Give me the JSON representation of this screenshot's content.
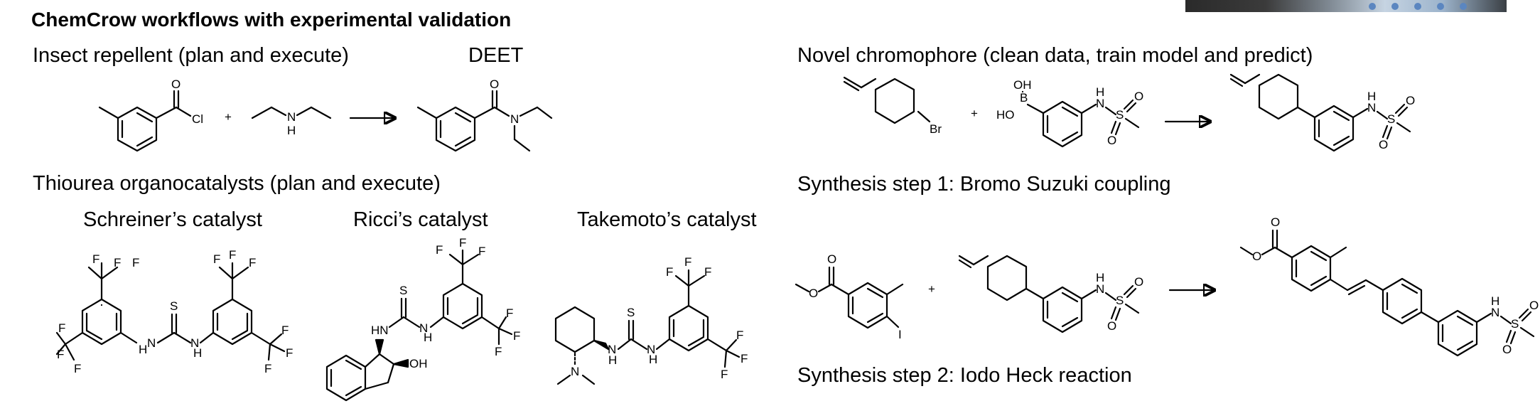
{
  "header": {
    "title": "ChemCrow workflows with experimental validation"
  },
  "insect_repellent": {
    "heading": "Insect repellent (plan and execute)",
    "product_name": "DEET",
    "plus": "+"
  },
  "thiourea": {
    "heading": "Thiourea organocatalysts (plan and execute)",
    "catalysts": [
      "Schreiner’s catalyst",
      "Ricci’s catalyst",
      "Takemoto’s catalyst"
    ]
  },
  "chromophore": {
    "heading": "Novel chromophore (clean data, train model and predict)",
    "step1_caption": "Synthesis step 1: Bromo Suzuki coupling",
    "step2_caption": "Synthesis step 2: Iodo Heck reaction",
    "plus": "+"
  },
  "atom_labels": {
    "O": "O",
    "Cl": "Cl",
    "N": "N",
    "H": "H",
    "NH": "NH",
    "HN": "HN",
    "S": "S",
    "F": "F",
    "Br": "Br",
    "I": "I",
    "B": "B",
    "OH": "OH",
    "HO": "HO"
  },
  "photo": {
    "icon": "lab-photo-strip",
    "colors": [
      "#2a2a2a",
      "#808a94",
      "#c6d4e2",
      "#5b86c0"
    ]
  }
}
